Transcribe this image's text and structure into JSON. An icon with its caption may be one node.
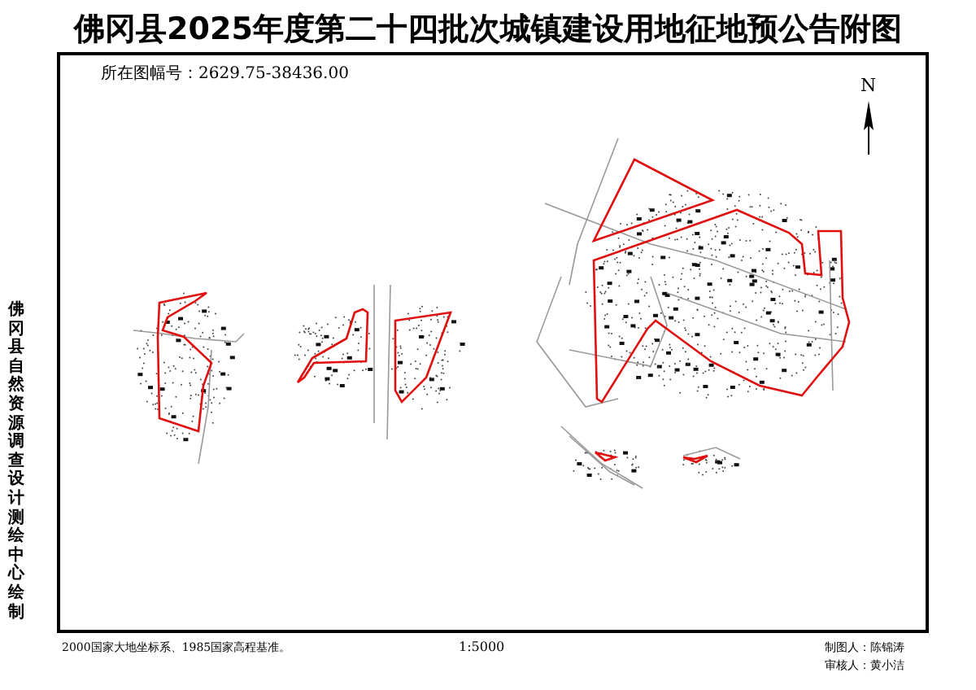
{
  "diagram": {
    "title": "佛冈县2025年度第二十四批次城镇建设用地征地预公告附图",
    "labels": [
      "所在图幅号：2629.75-38436.00",
      "N",
      "佛冈县自然资源调查设计测绘中心绘制",
      "2000国家大地坐标系、1985国家高程基准。",
      "1:5000",
      "制图人：陈锦涛",
      "审核人：黄小洁"
    ]
  }
}
